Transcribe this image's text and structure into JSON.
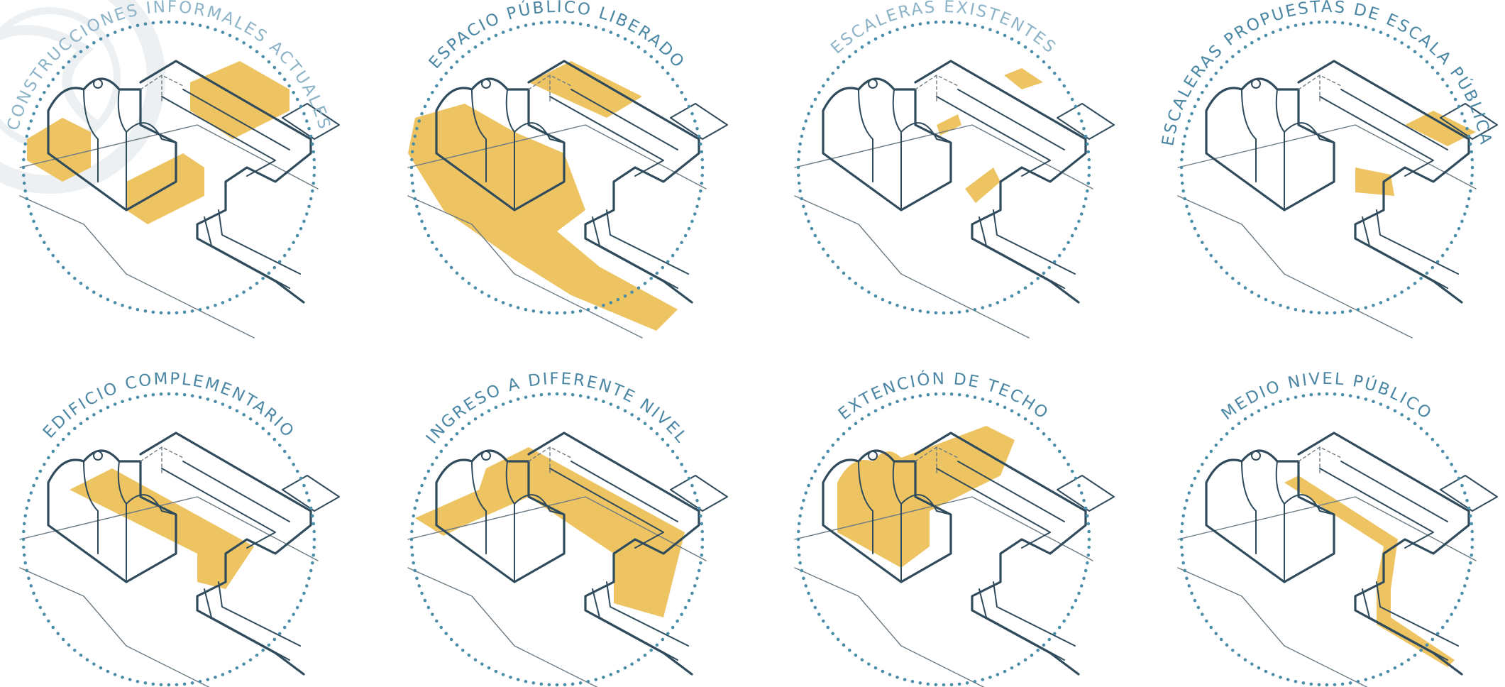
{
  "colors": {
    "accent_fill": "#EEC462",
    "outline": "#2F4B5C",
    "thin_line": "#6C7A83",
    "dotted_circle": "#4A8DA8",
    "title_text": "#4B87A4",
    "title_text_light": "#8CB3C7",
    "watermark": "#EDF0F2"
  },
  "diagrams": [
    {
      "title": "CONSTRUCCIONES INFORMALES ACTUALES",
      "highlight": "informal-constructions",
      "title_style": "light"
    },
    {
      "title": "ESPACIO PÚBLICO LIBERADO",
      "highlight": "freed-public-space",
      "title_style": "normal"
    },
    {
      "title": "ESCALERAS EXISTENTES",
      "highlight": "existing-stairs",
      "title_style": "light"
    },
    {
      "title": "ESCALERAS PROPUESTAS DE ESCALA PÚBLICA",
      "highlight": "proposed-public-stairs",
      "title_style": "normal"
    },
    {
      "title": "EDIFICIO COMPLEMENTARIO",
      "highlight": "complementary-building",
      "title_style": "normal"
    },
    {
      "title": "INGRESO A DIFERENTE NIVEL",
      "highlight": "entrance-different-level",
      "title_style": "normal"
    },
    {
      "title": "EXTENCIÓN DE TECHO",
      "highlight": "roof-extension",
      "title_style": "normal"
    },
    {
      "title": "MEDIO NIVEL PÚBLICO",
      "highlight": "mid-level-public",
      "title_style": "normal"
    }
  ]
}
